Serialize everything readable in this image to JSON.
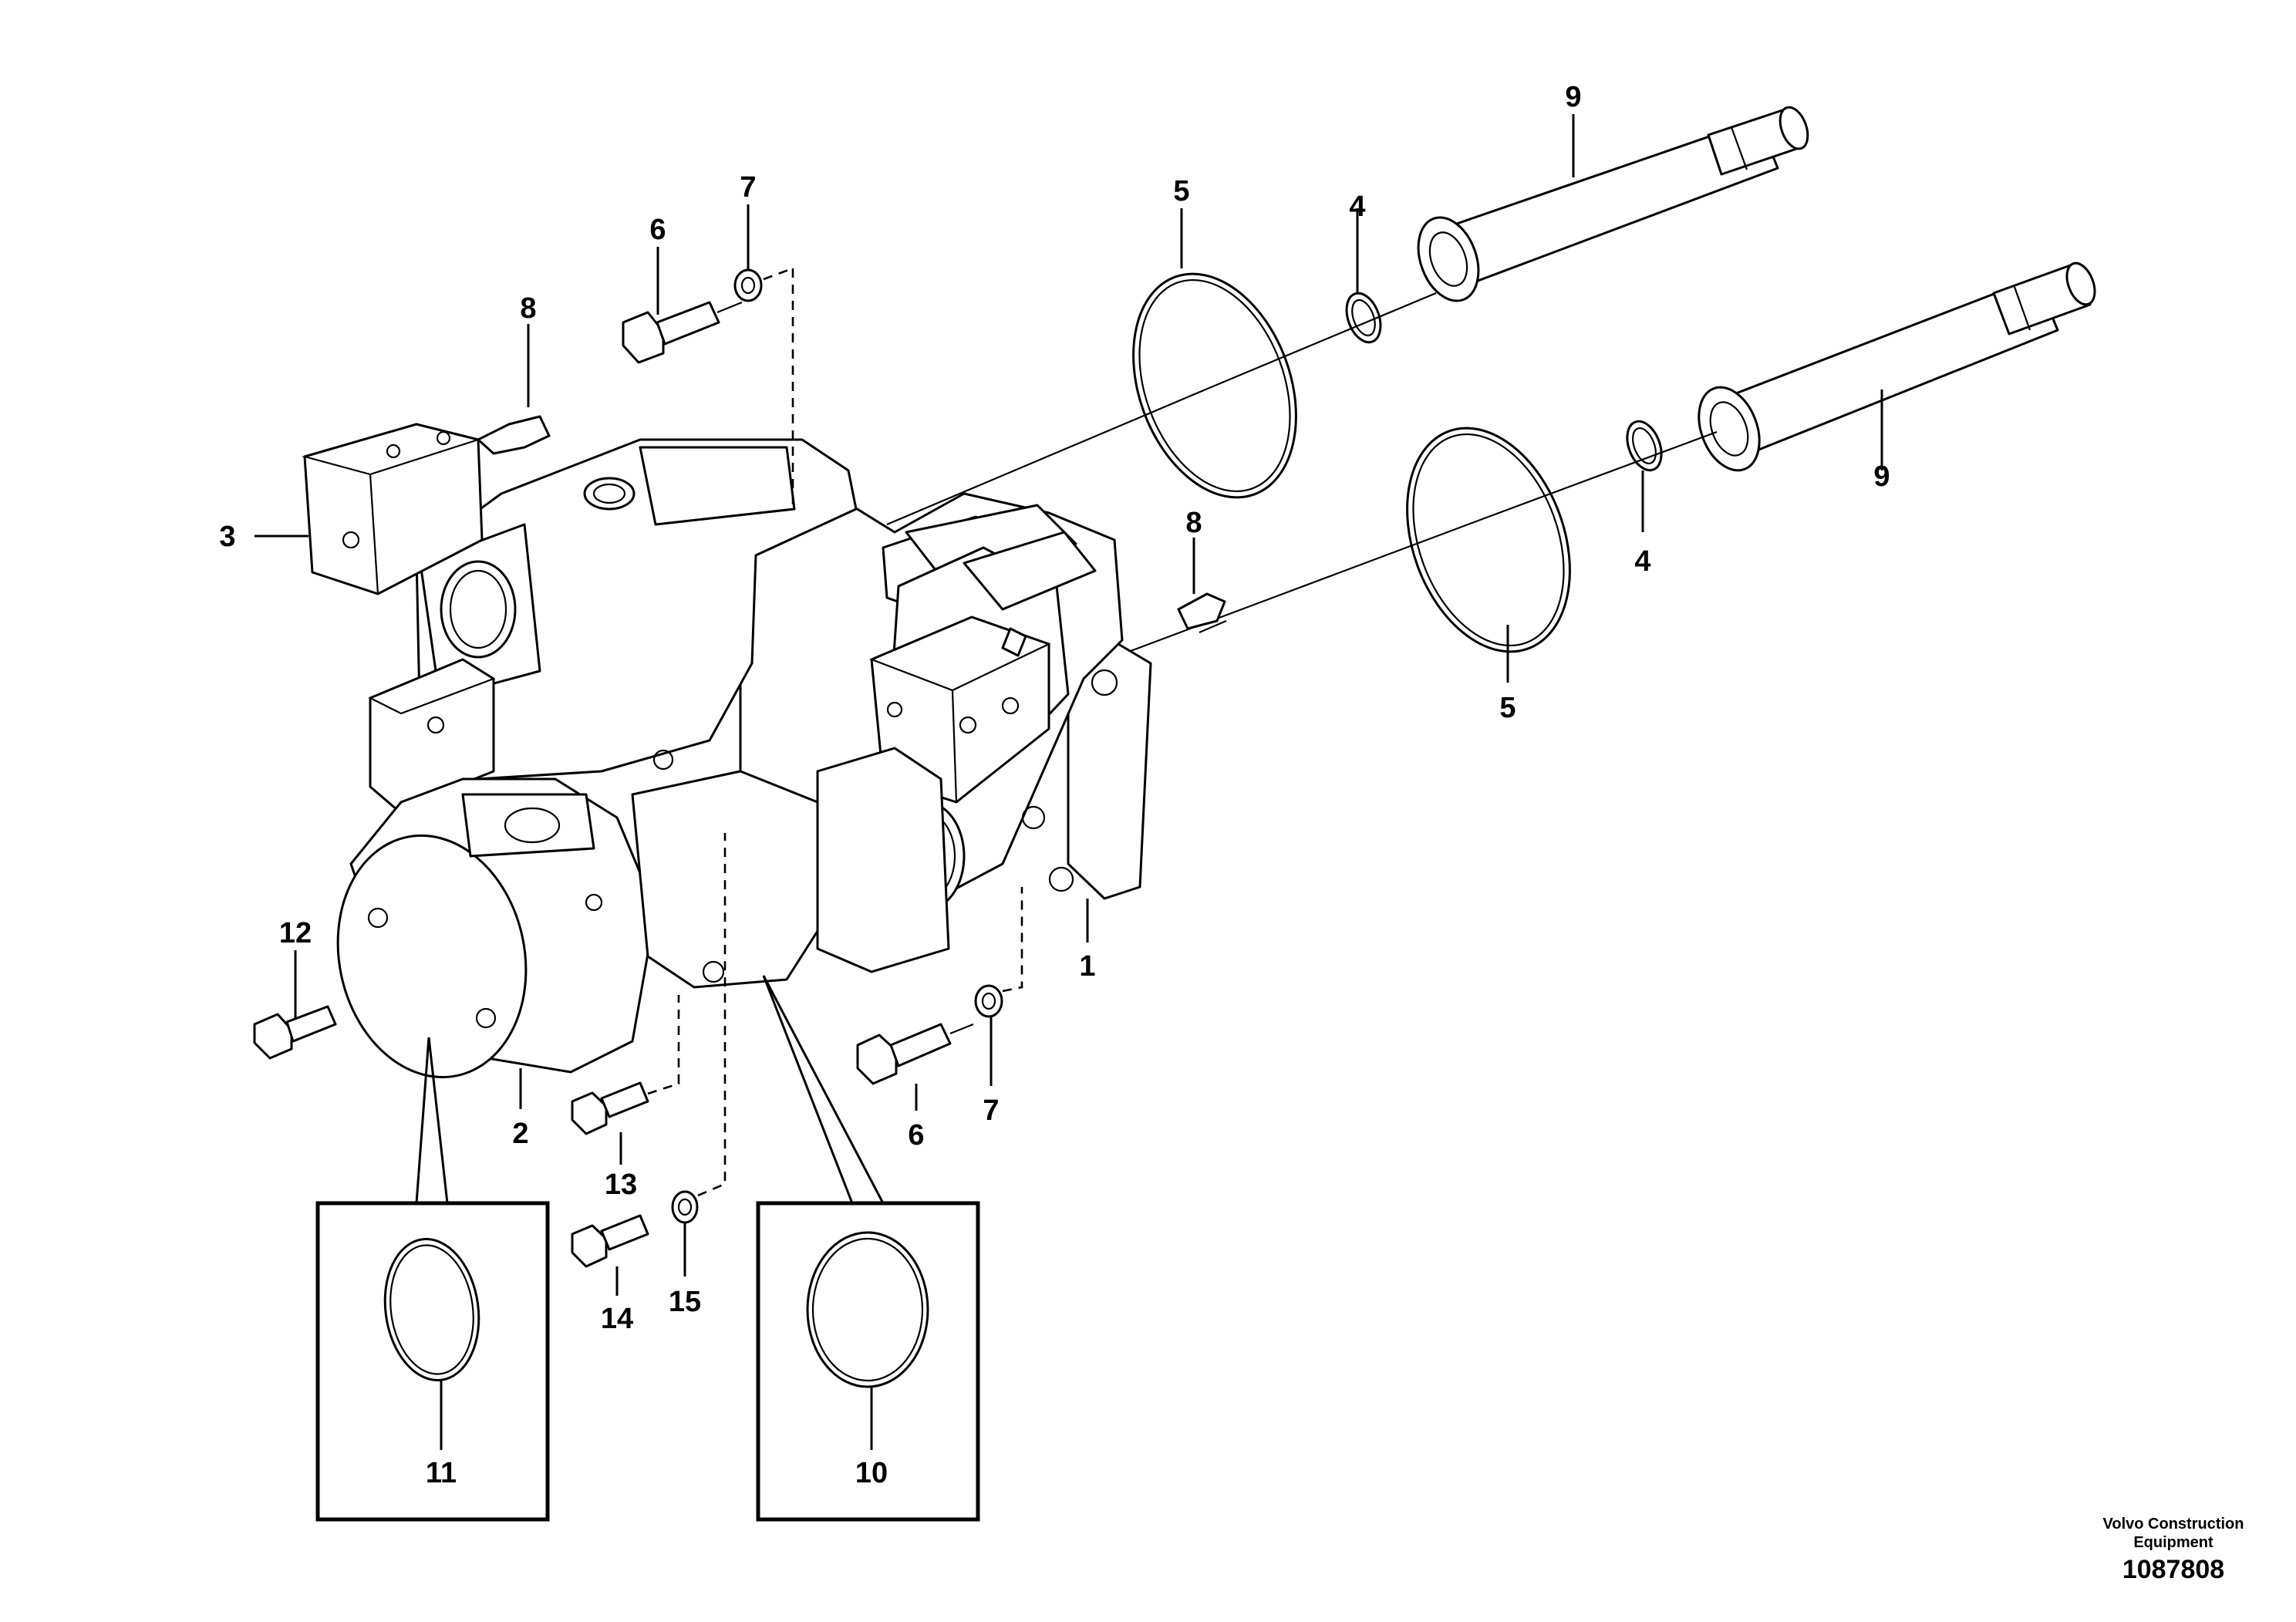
{
  "callouts": [
    {
      "id": "c1",
      "label": "1"
    },
    {
      "id": "c2",
      "label": "2"
    },
    {
      "id": "c3",
      "label": "3"
    },
    {
      "id": "c4a",
      "label": "4"
    },
    {
      "id": "c4b",
      "label": "4"
    },
    {
      "id": "c5a",
      "label": "5"
    },
    {
      "id": "c5b",
      "label": "5"
    },
    {
      "id": "c6a",
      "label": "6"
    },
    {
      "id": "c6b",
      "label": "6"
    },
    {
      "id": "c7a",
      "label": "7"
    },
    {
      "id": "c7b",
      "label": "7"
    },
    {
      "id": "c8a",
      "label": "8"
    },
    {
      "id": "c8b",
      "label": "8"
    },
    {
      "id": "c9a",
      "label": "9"
    },
    {
      "id": "c9b",
      "label": "9"
    },
    {
      "id": "c10",
      "label": "10"
    },
    {
      "id": "c11",
      "label": "11"
    },
    {
      "id": "c12",
      "label": "12"
    },
    {
      "id": "c13",
      "label": "13"
    },
    {
      "id": "c14",
      "label": "14"
    },
    {
      "id": "c15",
      "label": "15"
    }
  ],
  "footer": {
    "brand_line1": "Volvo Construction",
    "brand_line2": "Equipment",
    "drawing_number": "1087808"
  }
}
